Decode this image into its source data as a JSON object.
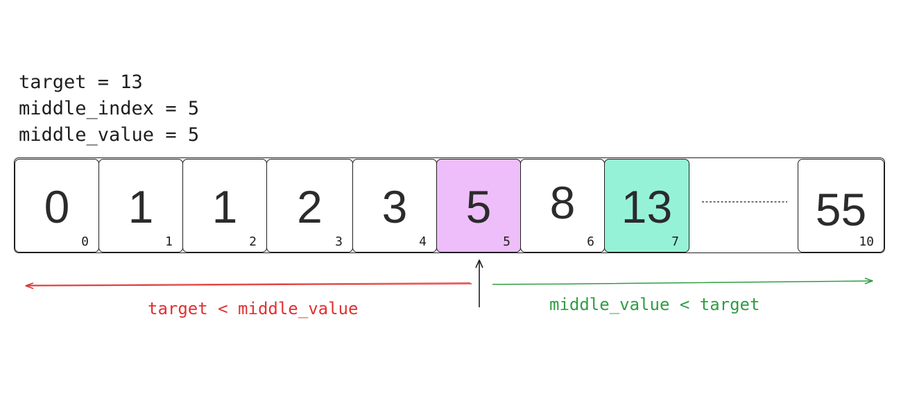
{
  "variables": {
    "target": "target = 13",
    "middle_index": "middle_index = 5",
    "middle_value": "middle_value = 5"
  },
  "cells": [
    {
      "value": "0",
      "index": "0"
    },
    {
      "value": "1",
      "index": "1"
    },
    {
      "value": "1",
      "index": "2"
    },
    {
      "value": "2",
      "index": "3"
    },
    {
      "value": "3",
      "index": "4"
    },
    {
      "value": "5",
      "index": "5",
      "highlight": "middle"
    },
    {
      "value": "8",
      "index": "6"
    },
    {
      "value": "13",
      "index": "7",
      "highlight": "target"
    },
    {
      "value": "55",
      "index": "10"
    }
  ],
  "labels": {
    "left": "target < middle_value",
    "right": "middle_value < target"
  },
  "colors": {
    "middle_highlight": "#eebefa",
    "target_highlight": "#96f2d7",
    "left_arrow": "#e03131",
    "right_arrow": "#2f9e44"
  }
}
